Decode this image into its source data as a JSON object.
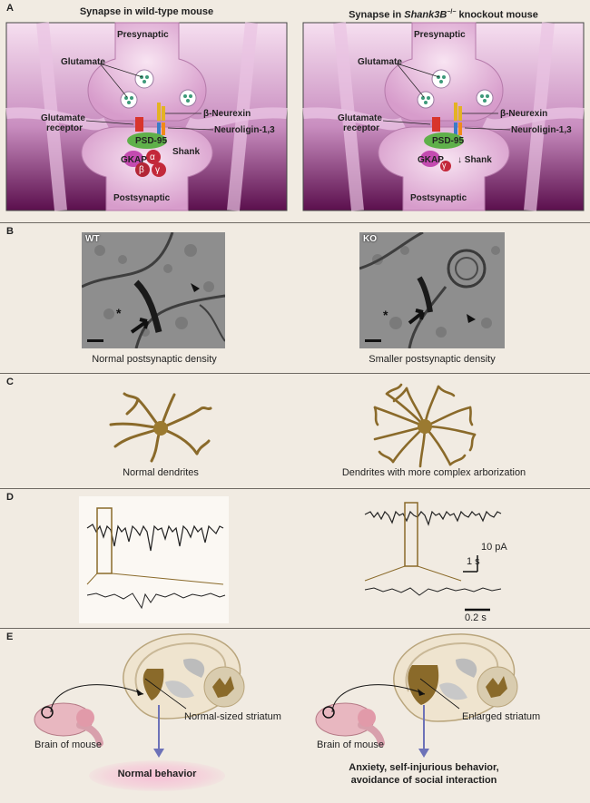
{
  "panelA": {
    "label": "A",
    "left": {
      "title": "Synapse in wild-type mouse",
      "presynaptic": "Presynaptic",
      "postsynaptic": "Postsynaptic",
      "glutamate": "Glutamate",
      "neurexin": "β-Neurexin",
      "receptor_line1": "Glutamate",
      "receptor_line2": "receptor",
      "neuroligin": "Neuroligin-1,3",
      "psd": "PSD-95",
      "gkap": "GKAP",
      "shank": "Shank",
      "alpha": "α",
      "beta": "β",
      "gamma": "γ"
    },
    "right": {
      "title_pre": "Synapse in ",
      "title_gene": "Shank3B",
      "title_sup": "−/−",
      "title_post": " knockout mouse",
      "presynaptic": "Presynaptic",
      "postsynaptic": "Postsynaptic",
      "glutamate": "Glutamate",
      "neurexin": "β-Neurexin",
      "receptor_line1": "Glutamate",
      "receptor_line2": "receptor",
      "neuroligin": "Neuroligin-1,3",
      "psd": "PSD-95",
      "gkap": "GKAP",
      "shank": "↓ Shank",
      "gamma": "γ"
    }
  },
  "panelB": {
    "label": "B",
    "wt_label": "WT",
    "ko_label": "KO",
    "wt_caption": "Normal postsynaptic density",
    "ko_caption": "Smaller postsynaptic density",
    "asterisk": "*"
  },
  "panelC": {
    "label": "C",
    "left_caption": "Normal dendrites",
    "right_caption": "Dendrites with more complex arborization"
  },
  "panelD": {
    "label": "D",
    "scale_amp": "10 pA",
    "scale_time_long": "1 s",
    "scale_time_short": "0.2 s"
  },
  "panelE": {
    "label": "E",
    "left_brain": "Brain of mouse",
    "left_striatum": "Normal-sized striatum",
    "left_outcome": "Normal behavior",
    "right_brain": "Brain of mouse",
    "right_striatum": "Enlarged striatum",
    "right_outcome_line1": "Anxiety, self-injurious behavior,",
    "right_outcome_line2": "avoidance of social interaction"
  },
  "colors": {
    "background": "#f1ebe2",
    "synapse_pink": "#e7b6db",
    "synapse_dark": "#6a1a5c",
    "dendrite": "#8a6a2a",
    "arrow": "#6d72b8",
    "trace": "#222222"
  }
}
